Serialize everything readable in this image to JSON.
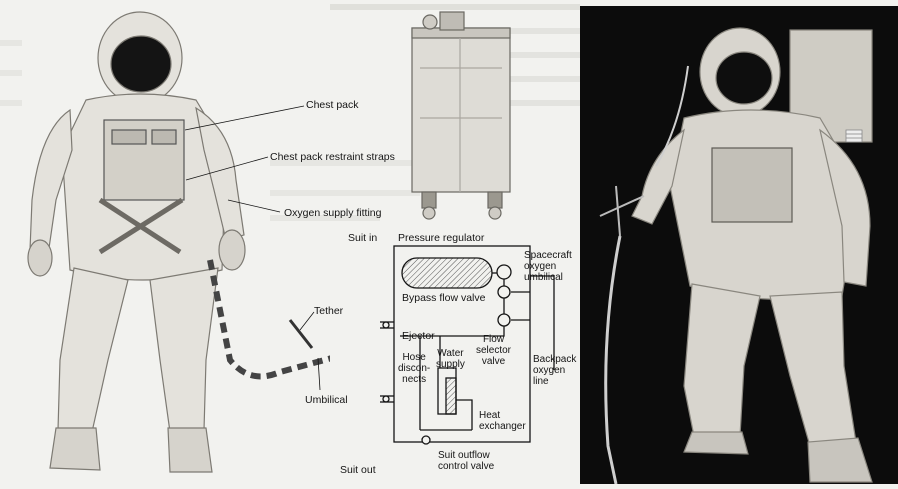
{
  "callouts": {
    "chest_pack": "Chest pack",
    "restraint_straps": "Chest pack restraint straps",
    "oxygen_fitting": "Oxygen supply fitting",
    "tether": "Tether",
    "umbilical": "Umbilical"
  },
  "schematic": {
    "suit_in": "Suit in",
    "pressure_regulator": "Pressure regulator",
    "spacecraft_umbilical": "Spacecraft\noxygen\numbilical",
    "bypass_flow_valve": "Bypass flow valve",
    "ejector": "Ejector",
    "flow_selector": "Flow\nselector\nvalve",
    "water_supply": "Water\nsupply",
    "hose_disconnects": "Hose\ndiscon-\nnects",
    "backpack_line": "Backpack\noxygen\nline",
    "heat_exchanger": "Heat\nexchanger",
    "suit_out": "Suit out",
    "suit_outflow": "Suit outflow\ncontrol valve"
  },
  "colors": {
    "page": "#f2f2ef",
    "ink": "#151515",
    "photo_dark": "#0c0c0c",
    "suit_light": "#e4e2dc",
    "suit_shadow": "#b9b6ae"
  }
}
